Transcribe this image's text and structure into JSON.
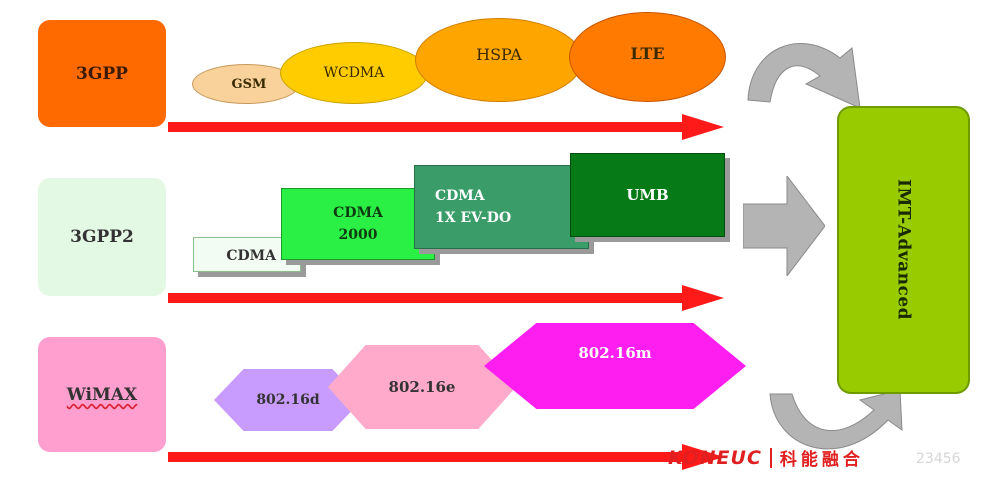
{
  "orgs": {
    "gpp": "3GPP",
    "gpp2": "3GPP2",
    "wimax": "WiMAX"
  },
  "gpp_track": {
    "gsm": "GSM",
    "wcdma": "WCDMA",
    "hspa": "HSPA",
    "lte": "LTE"
  },
  "gpp2_track": {
    "cdma": "CDMA",
    "cdma2000_line1": "CDMA",
    "cdma2000_line2": "2000",
    "cdma1x_line1": "CDMA",
    "cdma1x_line2": "1X EV-DO",
    "umb": "UMB"
  },
  "wimax_track": {
    "d": "802.16d",
    "e": "802.16e",
    "m": "802.16m"
  },
  "target": "IMT-Advanced",
  "brand": {
    "logo": "KONEUC",
    "name_cn": "科能融合"
  },
  "watermark": "23456",
  "colors": {
    "arrow_red": "#ff1a1a",
    "arrow_gray": "#b4b4b4",
    "imt_green": "#99cc00"
  }
}
